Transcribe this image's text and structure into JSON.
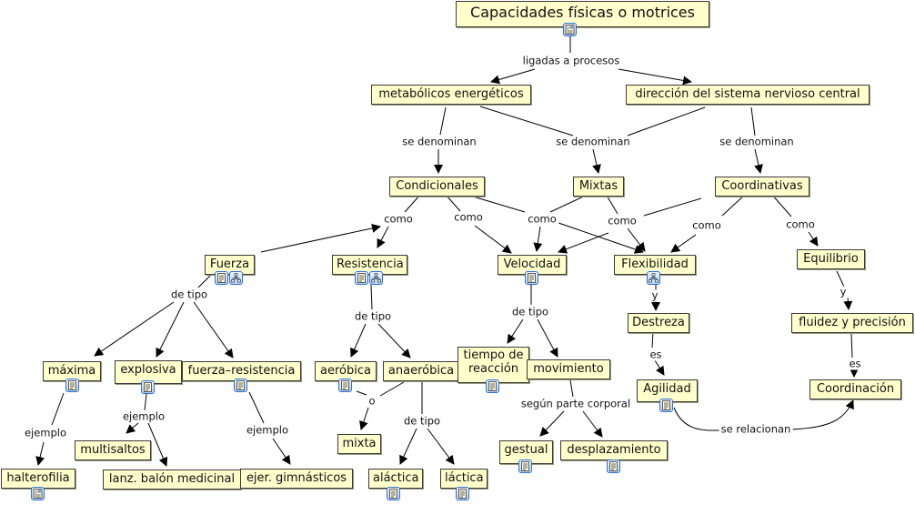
{
  "concept_map": {
    "title": "Capacidades físicas o motrices",
    "concepts": {
      "root": "Capacidades físicas o motrices",
      "metabolicos": "metabólicos energéticos",
      "direccion": "dirección del sistema nervioso central",
      "condicionales": "Condicionales",
      "mixtas": "Mixtas",
      "coordinativas": "Coordinativas",
      "fuerza": "Fuerza",
      "resistencia": "Resistencia",
      "velocidad": "Velocidad",
      "flexibilidad": "Flexibilidad",
      "equilibrio": "Equilibrio",
      "maxima": "máxima",
      "explosiva": "explosiva",
      "fuerza_resistencia": "fuerza–resistencia",
      "aerobica": "aeróbica",
      "anaerobica": "anaeróbica",
      "tiempo_reaccion": "tiempo de reacción",
      "movimiento": "movimiento",
      "destreza": "Destreza",
      "fluidez": "fluidez y precisión",
      "halterofilia": "halterofilia",
      "multisaltos": "multisaltos",
      "lanz_balon": "lanz. balón medicinal",
      "ejer_gimnasticos": "ejer. gimnásticos",
      "mixta": "mixta",
      "alactica": "aláctica",
      "lactica": "láctica",
      "gestual": "gestual",
      "desplazamiento": "desplazamiento",
      "agilidad": "Agilidad",
      "coordinacion": "Coordinación"
    },
    "linking_phrases": {
      "ligadas": "ligadas a procesos",
      "se_denominan_1": "se denominan",
      "se_denominan_2": "se denominan",
      "se_denominan_3": "se denominan",
      "como_1": "como",
      "como_2": "como",
      "como_3": "como",
      "como_4": "como",
      "como_5": "como",
      "como_6": "como",
      "de_tipo_fuerza": "de tipo",
      "de_tipo_resistencia": "de tipo",
      "de_tipo_velocidad": "de tipo",
      "de_tipo_anaerobica": "de tipo",
      "ejemplo_1": "ejemplo",
      "ejemplo_2": "ejemplo",
      "ejemplo_3": "ejemplo",
      "o": "o",
      "segun_parte": "según parte corporal",
      "y_1": "y",
      "y_2": "y",
      "es_1": "es",
      "es_2": "es",
      "se_relacionan": "se relacionan"
    },
    "resource_icons": {
      "root": [
        "image-document-icon"
      ],
      "fuerza": [
        "document-icon",
        "concept-map-icon"
      ],
      "resistencia": [
        "document-icon",
        "concept-map-icon"
      ],
      "velocidad": [
        "document-icon"
      ],
      "flexibilidad": [
        "concept-map-icon"
      ],
      "maxima": [
        "document-icon"
      ],
      "explosiva": [
        "document-icon"
      ],
      "fuerza_resistencia": [
        "document-icon"
      ],
      "aerobica": [
        "document-icon"
      ],
      "tiempo_reaccion": [
        "document-icon"
      ],
      "halterofilia": [
        "image-document-icon"
      ],
      "alactica": [
        "document-icon"
      ],
      "lactica": [
        "document-icon"
      ],
      "gestual": [
        "document-icon"
      ],
      "desplazamiento": [
        "document-icon"
      ],
      "agilidad": [
        "document-icon"
      ]
    },
    "colors": {
      "concept_fill": "#ffffcc",
      "concept_border": "#3a3a3a",
      "line": "#000000",
      "icon_border": "#2f6fcf"
    }
  }
}
